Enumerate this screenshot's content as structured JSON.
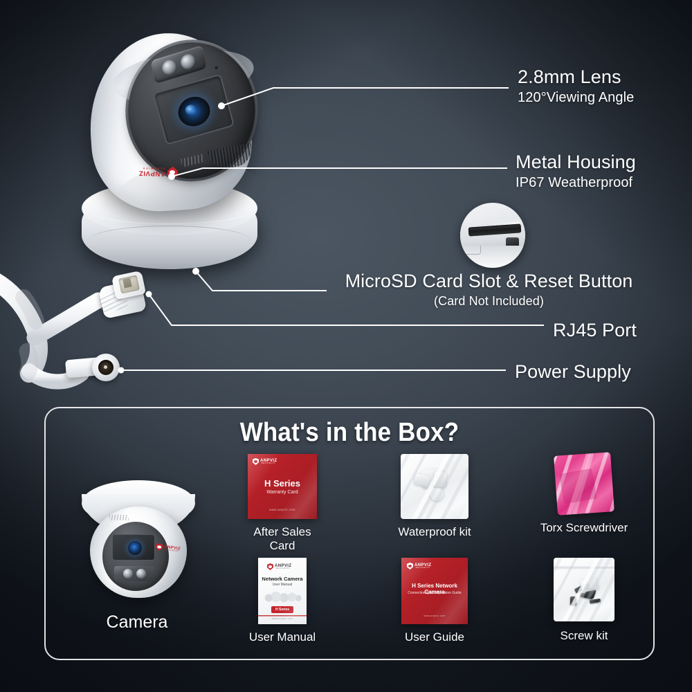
{
  "theme": {
    "bg_dark": "#12161d",
    "bg_mid": "#454f5a",
    "line_color": "#ffffff",
    "brand_red": "#c4252c",
    "text_color": "#ffffff"
  },
  "brand": {
    "name": "ANPVIZ",
    "tagline": "SECURITY"
  },
  "callouts": [
    {
      "id": "lens",
      "title": "2.8mm Lens",
      "subtitle": "120°Viewing Angle"
    },
    {
      "id": "metal",
      "title": "Metal Housing",
      "subtitle": "IP67 Weatherproof"
    },
    {
      "id": "sd",
      "title": "MicroSD Card Slot & Reset Button",
      "subtitle": "(Card Not Included)"
    },
    {
      "id": "rj45",
      "title": "RJ45 Port",
      "subtitle": ""
    },
    {
      "id": "power",
      "title": "Power Supply",
      "subtitle": ""
    }
  ],
  "box": {
    "title": "What's in the Box?",
    "items": [
      {
        "id": "camera",
        "label": "Camera",
        "art": "camera-thumbnail"
      },
      {
        "id": "after-sales",
        "label": "After Sales\nCard",
        "art": "red-warranty-card",
        "doc": {
          "heading": "H Series",
          "subheading": "Warranty Card",
          "url": "www.anpviz.com"
        }
      },
      {
        "id": "waterproof",
        "label": "Waterproof kit",
        "art": "clear-plastic-bag"
      },
      {
        "id": "torx",
        "label": "Torx Screwdriver",
        "art": "pink-antistatic-bag"
      },
      {
        "id": "user-manual",
        "label": "User Manual",
        "art": "white-manual-booklet",
        "doc": {
          "heading": "Network Camera",
          "subheading": "User Manual",
          "badge": "H Series",
          "url": "www.anpviz.com"
        }
      },
      {
        "id": "user-guide",
        "label": "User Guide",
        "art": "red-guide-booklet",
        "doc": {
          "heading": "H Series Network Camera",
          "subheading": "Connection Quick Operation Guide",
          "url": "www.anpviz.com"
        }
      },
      {
        "id": "screw-kit",
        "label": "Screw kit",
        "art": "ziplock-bag-with-screws"
      }
    ]
  }
}
